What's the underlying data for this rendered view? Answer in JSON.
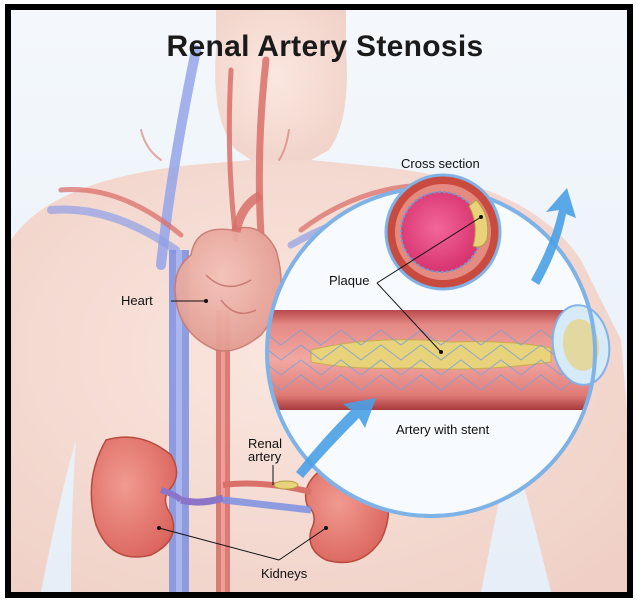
{
  "title": "Renal Artery Stenosis",
  "labels": {
    "cross_section": "Cross section",
    "plaque": "Plaque",
    "heart": "Heart",
    "renal_artery_line1": "Renal",
    "renal_artery_line2": "artery",
    "artery_with_stent": "Artery with stent",
    "kidneys": "Kidneys"
  },
  "colors": {
    "skin": "#f6dcd3",
    "artery": "#d9706a",
    "vein": "#7b8fe0",
    "plaque": "#e8d27a",
    "cross_section_fill": "#e8437c",
    "arrow": "#4aa0e6",
    "circle_border": "#7fb3e8"
  }
}
